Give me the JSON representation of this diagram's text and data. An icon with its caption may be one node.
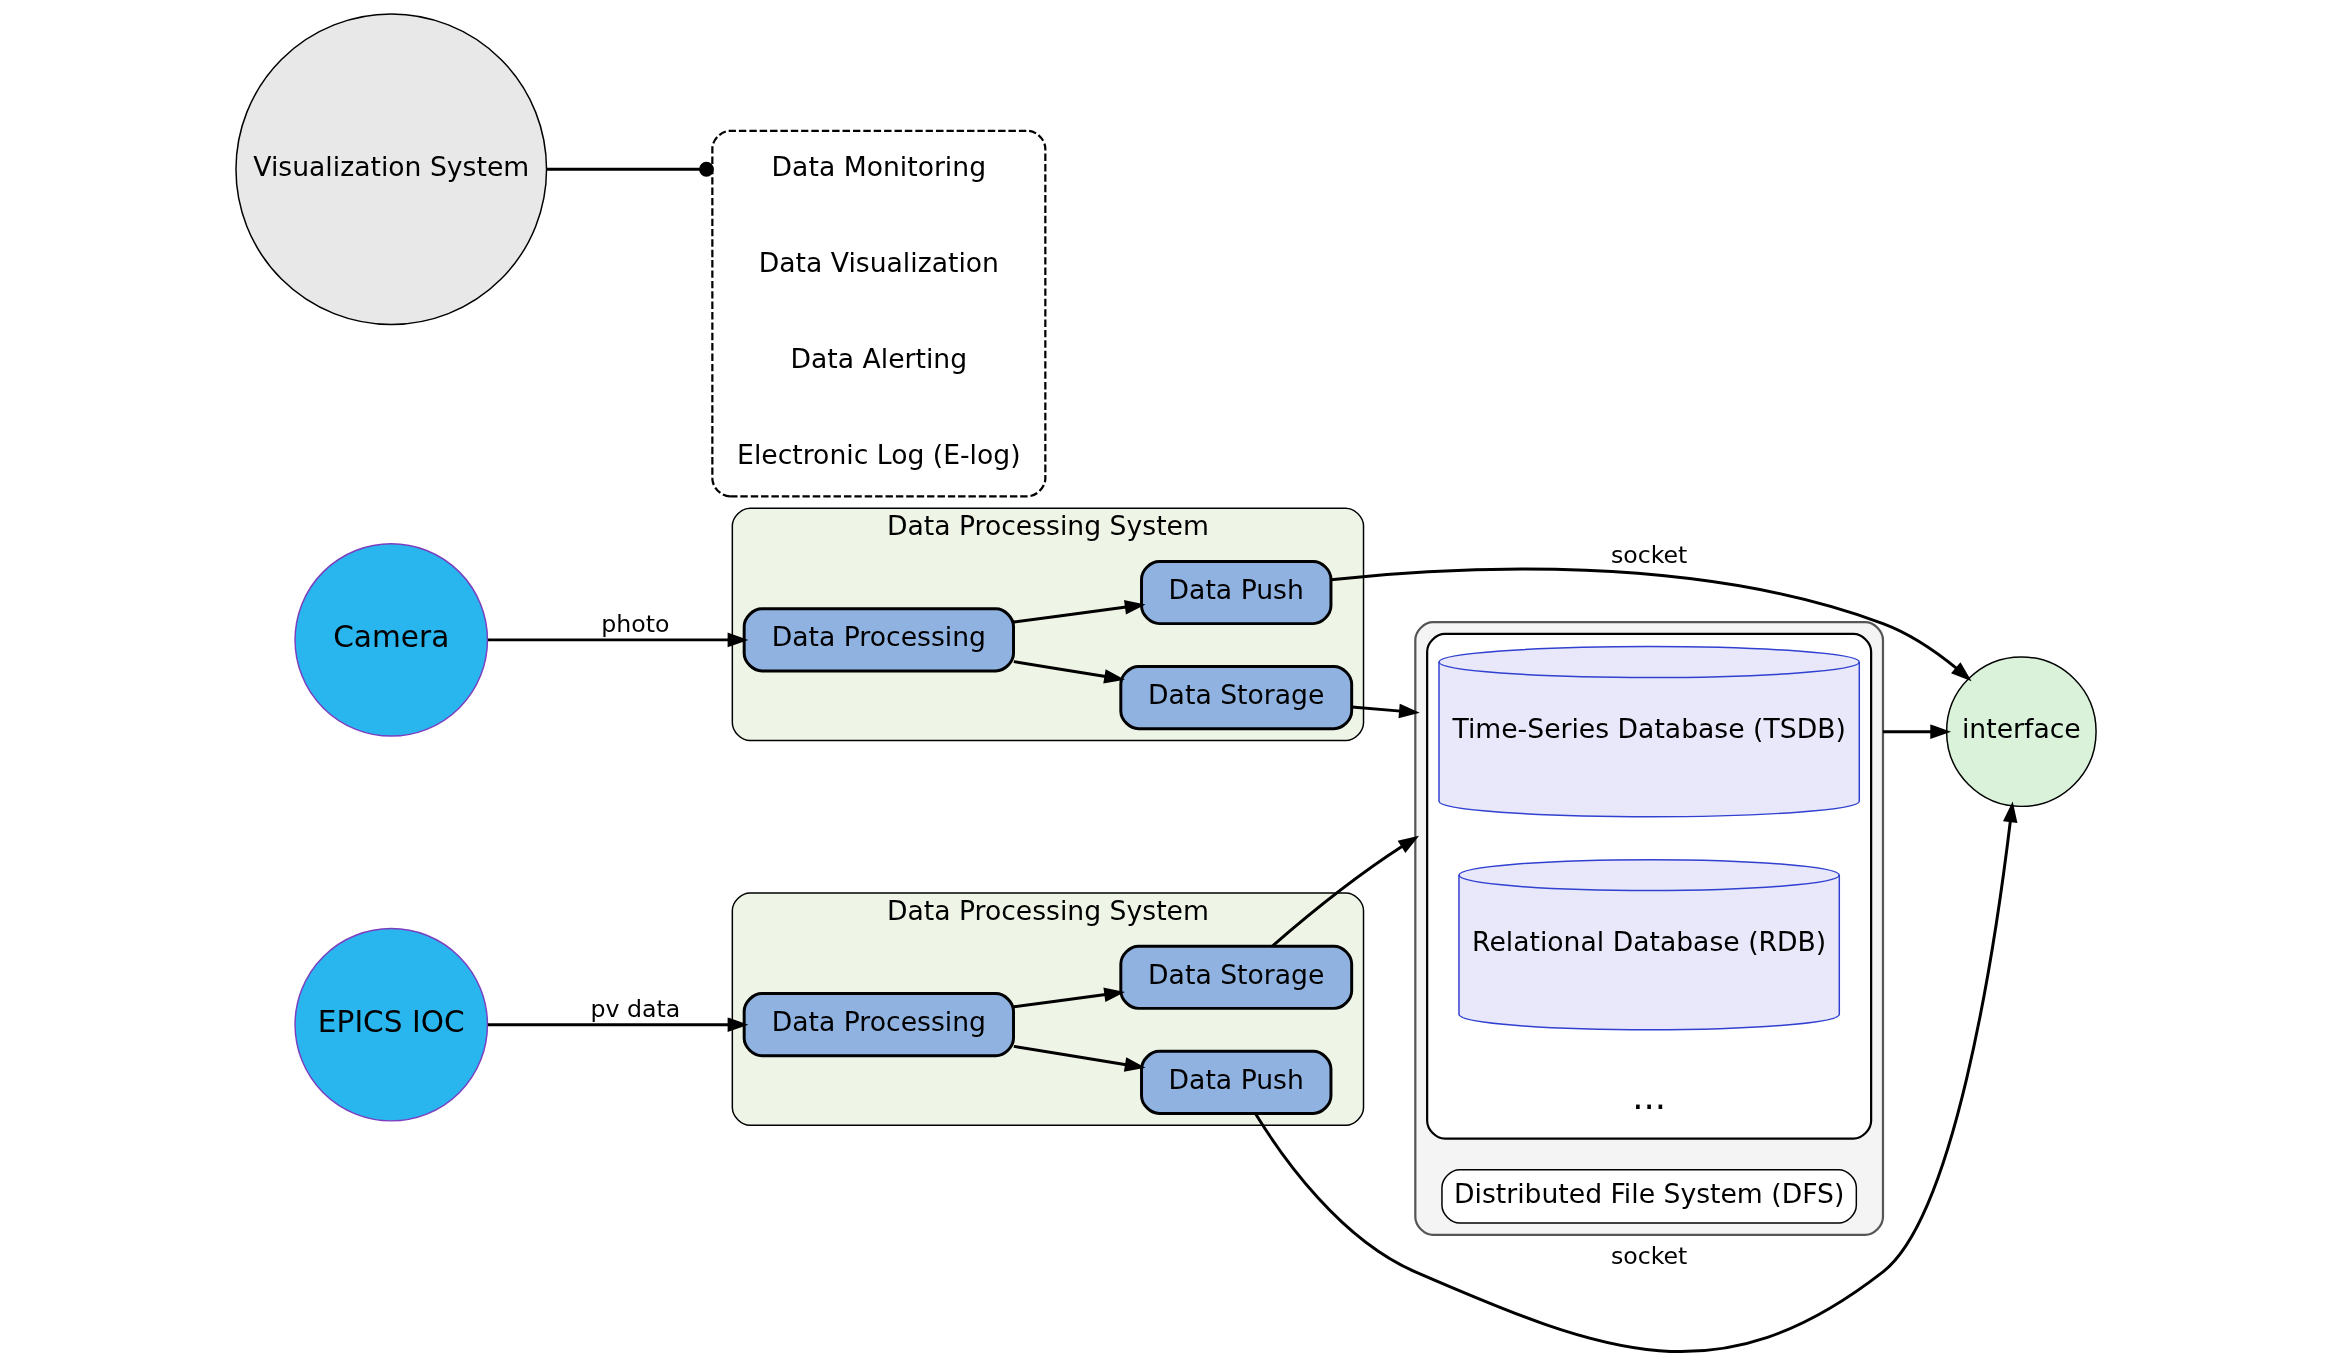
{
  "diagram": {
    "nodes": [
      {
        "text": [
          "Camera"
        ]
      },
      {
        "text": [
          "Data Processing System"
        ]
      },
      {
        "text": [
          "Data Processing"
        ],
        "in": 1
      },
      {
        "text": [
          "Data Push"
        ],
        "in": 1
      },
      {
        "text": [
          "Data Storage"
        ],
        "in": 1
      },
      {
        "text": [],
        "shape": "box"
      },
      {
        "text": [],
        "shape": "box",
        "in": 5
      },
      {
        "text": [
          "Time-Series Database (TSDB)"
        ],
        "in": 6
      },
      {
        "text": [
          "Relational Database (RDB)"
        ],
        "in": 6
      },
      {
        "text": [
          "Distributed File System (DFS)"
        ],
        "in": 5
      },
      {
        "text": [
          "EPICS IOC"
        ]
      },
      {
        "text": [
          "Data Processing System"
        ]
      },
      {
        "text": [
          "Data Storage"
        ],
        "in": 11
      },
      {
        "text": [
          "Data Processing"
        ],
        "in": 11
      },
      {
        "text": [
          "Data Push"
        ],
        "in": 11
      },
      {
        "text": [
          "interface"
        ]
      },
      {
        "text": [
          "Visualization System"
        ]
      },
      {
        "text": [],
        "shape": "box"
      },
      {
        "text": [
          "Data Monitoring"
        ],
        "in": 17
      },
      {
        "text": [
          "Data Visualization"
        ],
        "in": 17
      },
      {
        "text": [
          "Data Alerting"
        ],
        "in": 17
      },
      {
        "text": [
          "Electronic Log (E-log)"
        ],
        "in": 17
      }
    ],
    "edges": [
      {
        "from": 0,
        "to": 2,
        "arrow": "to",
        "label": "photo"
      },
      {
        "from": 2,
        "to": 3,
        "arrow": "to"
      },
      {
        "from": 2,
        "to": 4,
        "arrow": "to"
      },
      {
        "from": 4,
        "to": 5,
        "arrow": "to"
      },
      {
        "from": 3,
        "to": 15,
        "arrow": "to",
        "label": "socket"
      },
      {
        "from": 5,
        "to": 15,
        "arrow": "to"
      },
      {
        "from": 10,
        "to": 13,
        "arrow": "to",
        "label": "pv data"
      },
      {
        "from": 13,
        "to": 14,
        "arrow": "to"
      },
      {
        "from": 13,
        "to": 12,
        "arrow": "to"
      },
      {
        "from": 12,
        "to": 5,
        "arrow": "to"
      },
      {
        "from": 14,
        "to": 15,
        "arrow": "to",
        "label": "socket"
      },
      {
        "from": 16,
        "to": 17,
        "arrow": "other"
      }
    ],
    "labels": [
      "..."
    ]
  }
}
